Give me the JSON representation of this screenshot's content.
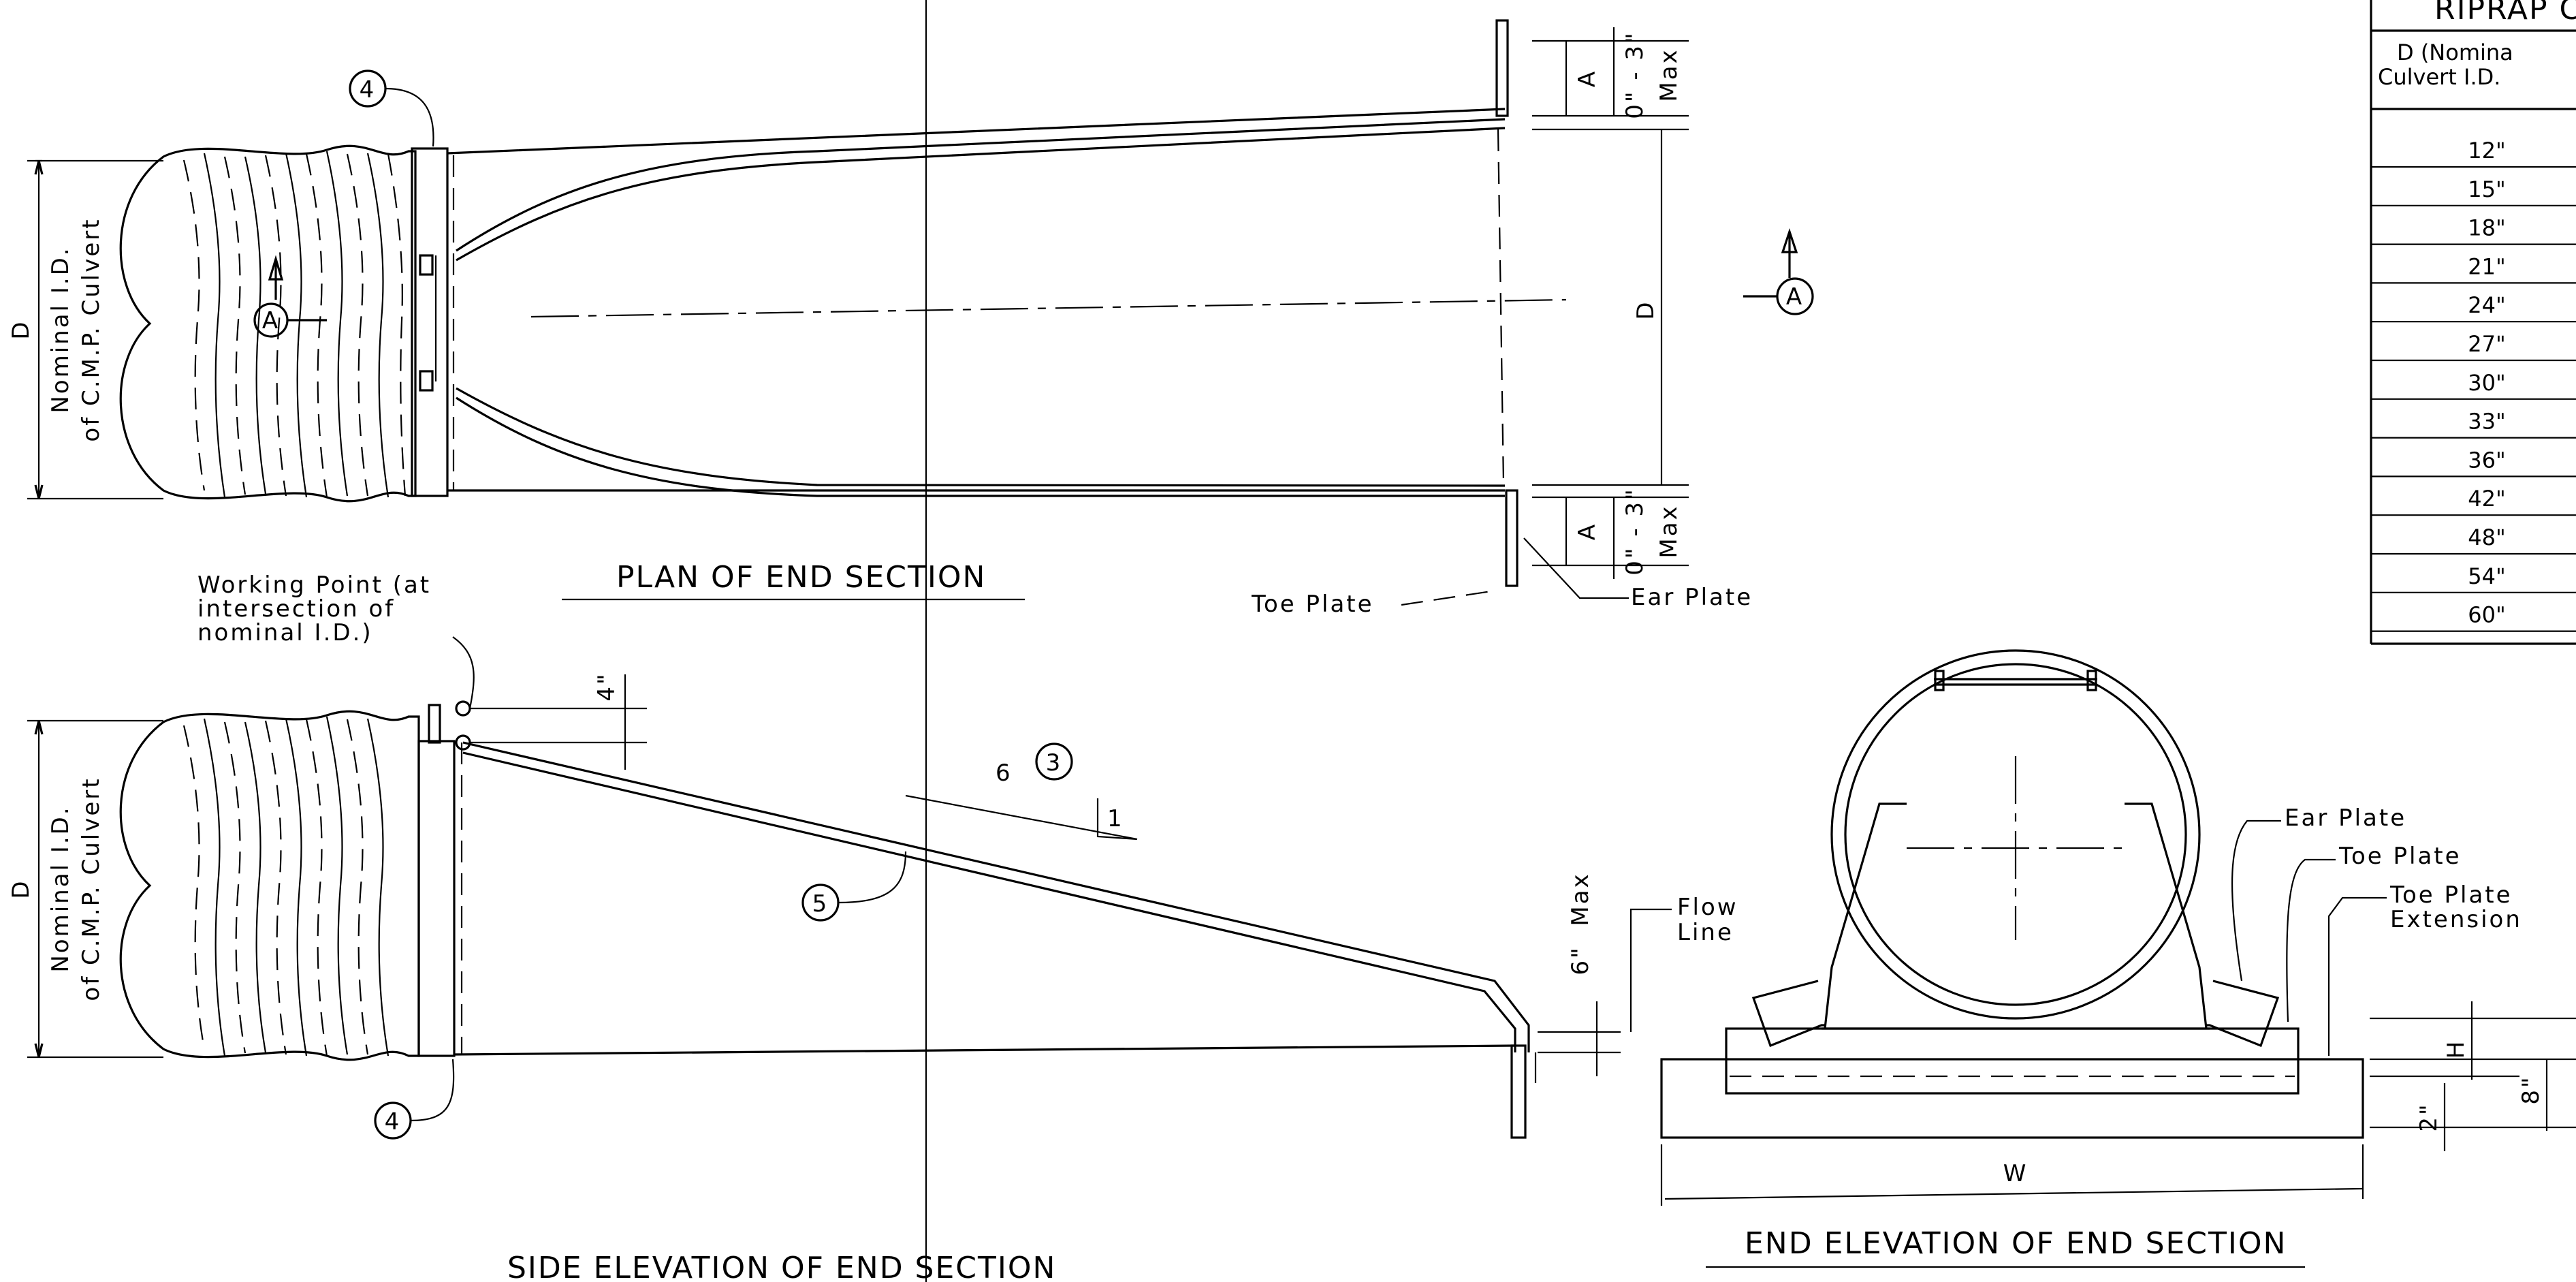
{
  "plan": {
    "title": "PLAN OF END SECTION",
    "dim_d_left": "D",
    "culvert_label_1": "Nominal I.D.",
    "culvert_label_2": "of C.M.P. Culvert",
    "section_letter": "A",
    "callout_top": "4",
    "dim_a_top": "A",
    "dim_max_top": "0\" - 3\"",
    "max_word_top": "Max",
    "dim_d_right": "D",
    "dim_a_bottom": "A",
    "dim_max_bottom": "0\" - 3\"",
    "max_word_bottom": "Max",
    "toe_plate": "Toe Plate",
    "ear_plate": "Ear Plate"
  },
  "section_marker": {
    "letter": "A"
  },
  "side": {
    "title": "SIDE ELEVATION OF END SECTION",
    "working_point_1": "Working Point (at",
    "working_point_2": "intersection of",
    "working_point_3": "nominal I.D.)",
    "dim_4in": "4\"",
    "dim_d_left": "D",
    "culvert_label_1": "Nominal I.D.",
    "culvert_label_2": "of C.M.P. Culvert",
    "slope_run": "6",
    "slope_rise": "1",
    "callout_slope": "3",
    "callout_pipe": "5",
    "callout_band": "4",
    "dim_6in": "6\"",
    "max_word": "Max",
    "flow_1": "Flow",
    "flow_2": "Line"
  },
  "end": {
    "title": "END ELEVATION OF END SECTION",
    "ear_plate": "Ear Plate",
    "toe_plate": "Toe Plate",
    "toe_ext_1": "Toe Plate",
    "toe_ext_2": "Extension",
    "dim_h": "H",
    "dim_8in": "8\"",
    "dim_2in": "2\"",
    "dim_w": "W"
  },
  "riprap_table": {
    "title": "RIPRAP C",
    "header_1": "D (Nomina",
    "header_2": "Culvert I.D.",
    "rows": [
      "12\"",
      "15\"",
      "18\"",
      "21\"",
      "24\"",
      "27\"",
      "30\"",
      "33\"",
      "36\"",
      "42\"",
      "48\"",
      "54\"",
      "60\""
    ]
  }
}
